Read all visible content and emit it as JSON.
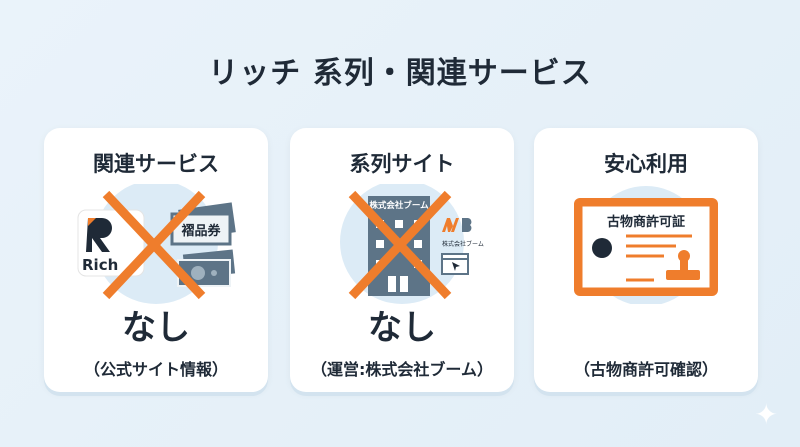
{
  "title": "リッチ 系列・関連サービス",
  "cards": [
    {
      "heading": "関連サービス",
      "result": "なし",
      "note": "（公式サイト情報）",
      "logo_text": "Rich",
      "voucher_text": "褶品券",
      "crossed": true
    },
    {
      "heading": "系列サイト",
      "result": "なし",
      "note": "（運営:株式会社ブーム）",
      "building_sign": "株式会社ブーム",
      "brand_text": "株式会社ブーム",
      "crossed": true
    },
    {
      "heading": "安心利用",
      "result": "",
      "note": "（古物商許可確認）",
      "license_title": "古物商許可証",
      "crossed": false
    }
  ],
  "colors": {
    "accent": "#ef7d2c",
    "navy": "#1f2a37",
    "slate": "#5d7487",
    "circle": "#dcebf6"
  }
}
